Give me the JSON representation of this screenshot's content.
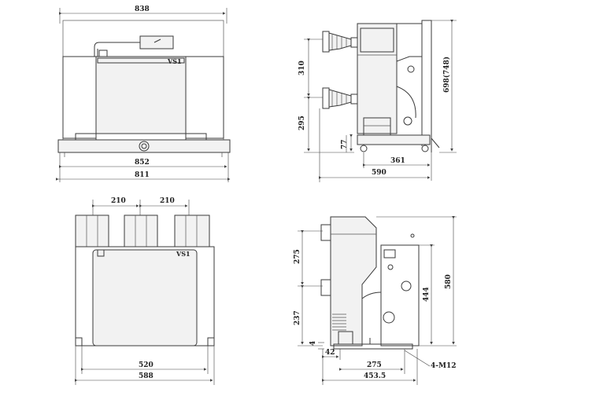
{
  "front_view": {
    "dim_top": "838",
    "dim_852": "852",
    "dim_811": "811",
    "label": "VS1"
  },
  "side_view": {
    "dim_310": "310",
    "dim_295": "295",
    "dim_77": "77",
    "dim_698": "698(748)",
    "dim_361": "361",
    "dim_590": "590"
  },
  "bottom_front_view": {
    "dim_210a": "210",
    "dim_210b": "210",
    "dim_520": "520",
    "dim_588": "588",
    "label": "VS1"
  },
  "bottom_side_view": {
    "dim_275v": "275",
    "dim_237": "237",
    "dim_4": "4",
    "dim_444": "444",
    "dim_580": "580",
    "dim_42": "42",
    "dim_275h": "275",
    "dim_453": "453.5",
    "hole_note": "4-M12"
  }
}
